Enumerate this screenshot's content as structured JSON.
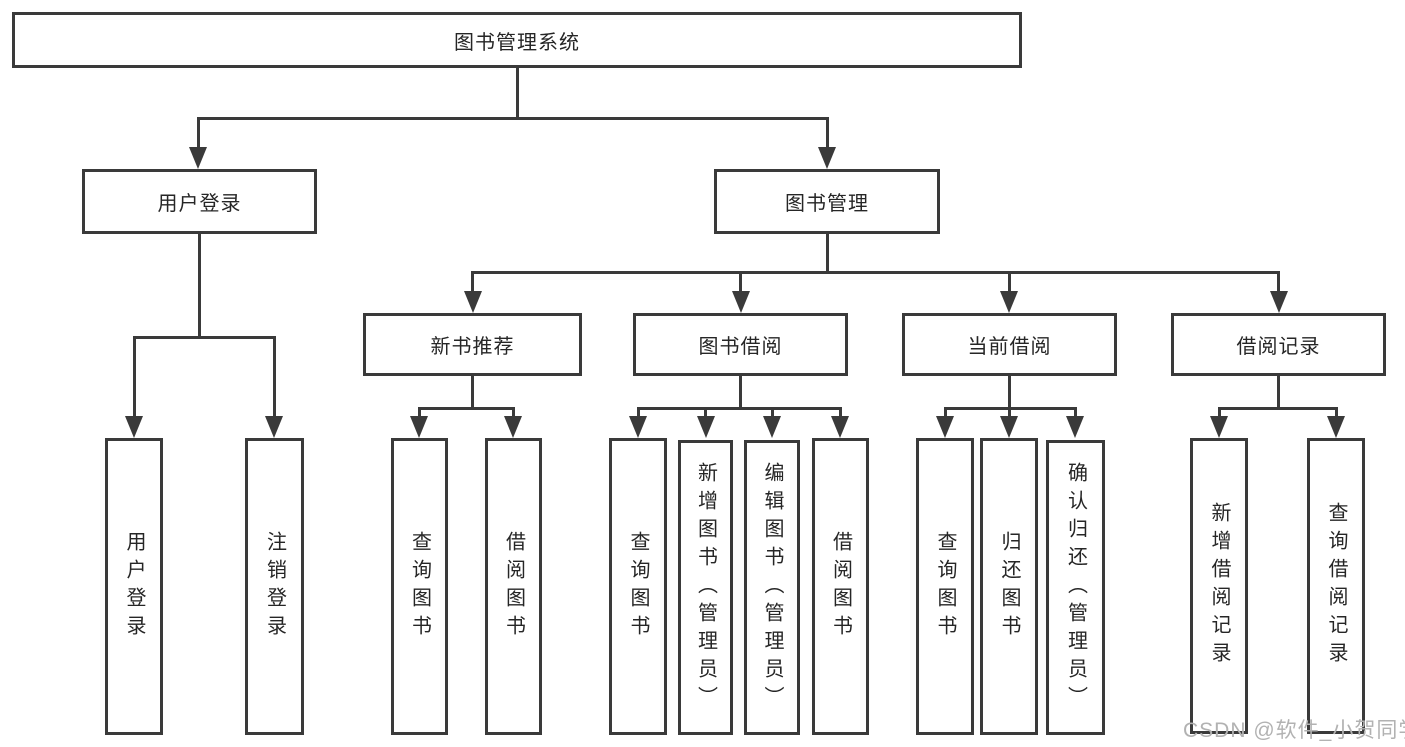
{
  "tree": {
    "label": "图书管理系统",
    "children": [
      {
        "label": "用户登录",
        "children": [
          {
            "label": "用户登录"
          },
          {
            "label": "注销登录"
          }
        ]
      },
      {
        "label": "图书管理",
        "children": [
          {
            "label": "新书推荐",
            "children": [
              {
                "label": "查询图书"
              },
              {
                "label": "借阅图书"
              }
            ]
          },
          {
            "label": "图书借阅",
            "children": [
              {
                "label": "查询图书"
              },
              {
                "label": "新增图书（管理员）"
              },
              {
                "label": "编辑图书（管理员）"
              },
              {
                "label": "借阅图书"
              }
            ]
          },
          {
            "label": "当前借阅",
            "children": [
              {
                "label": "查询图书"
              },
              {
                "label": "归还图书"
              },
              {
                "label": "确认归还（管理员）"
              }
            ]
          },
          {
            "label": "借阅记录",
            "children": [
              {
                "label": "新增借阅记录"
              },
              {
                "label": "查询借阅记录"
              }
            ]
          }
        ]
      }
    ]
  },
  "watermark": {
    "text": "CSDN @软件_小贺同学",
    "color": "#b2b2b2"
  },
  "colors": {
    "line": "#3a3a3a",
    "text": "#262626",
    "background": "#ffffff"
  }
}
